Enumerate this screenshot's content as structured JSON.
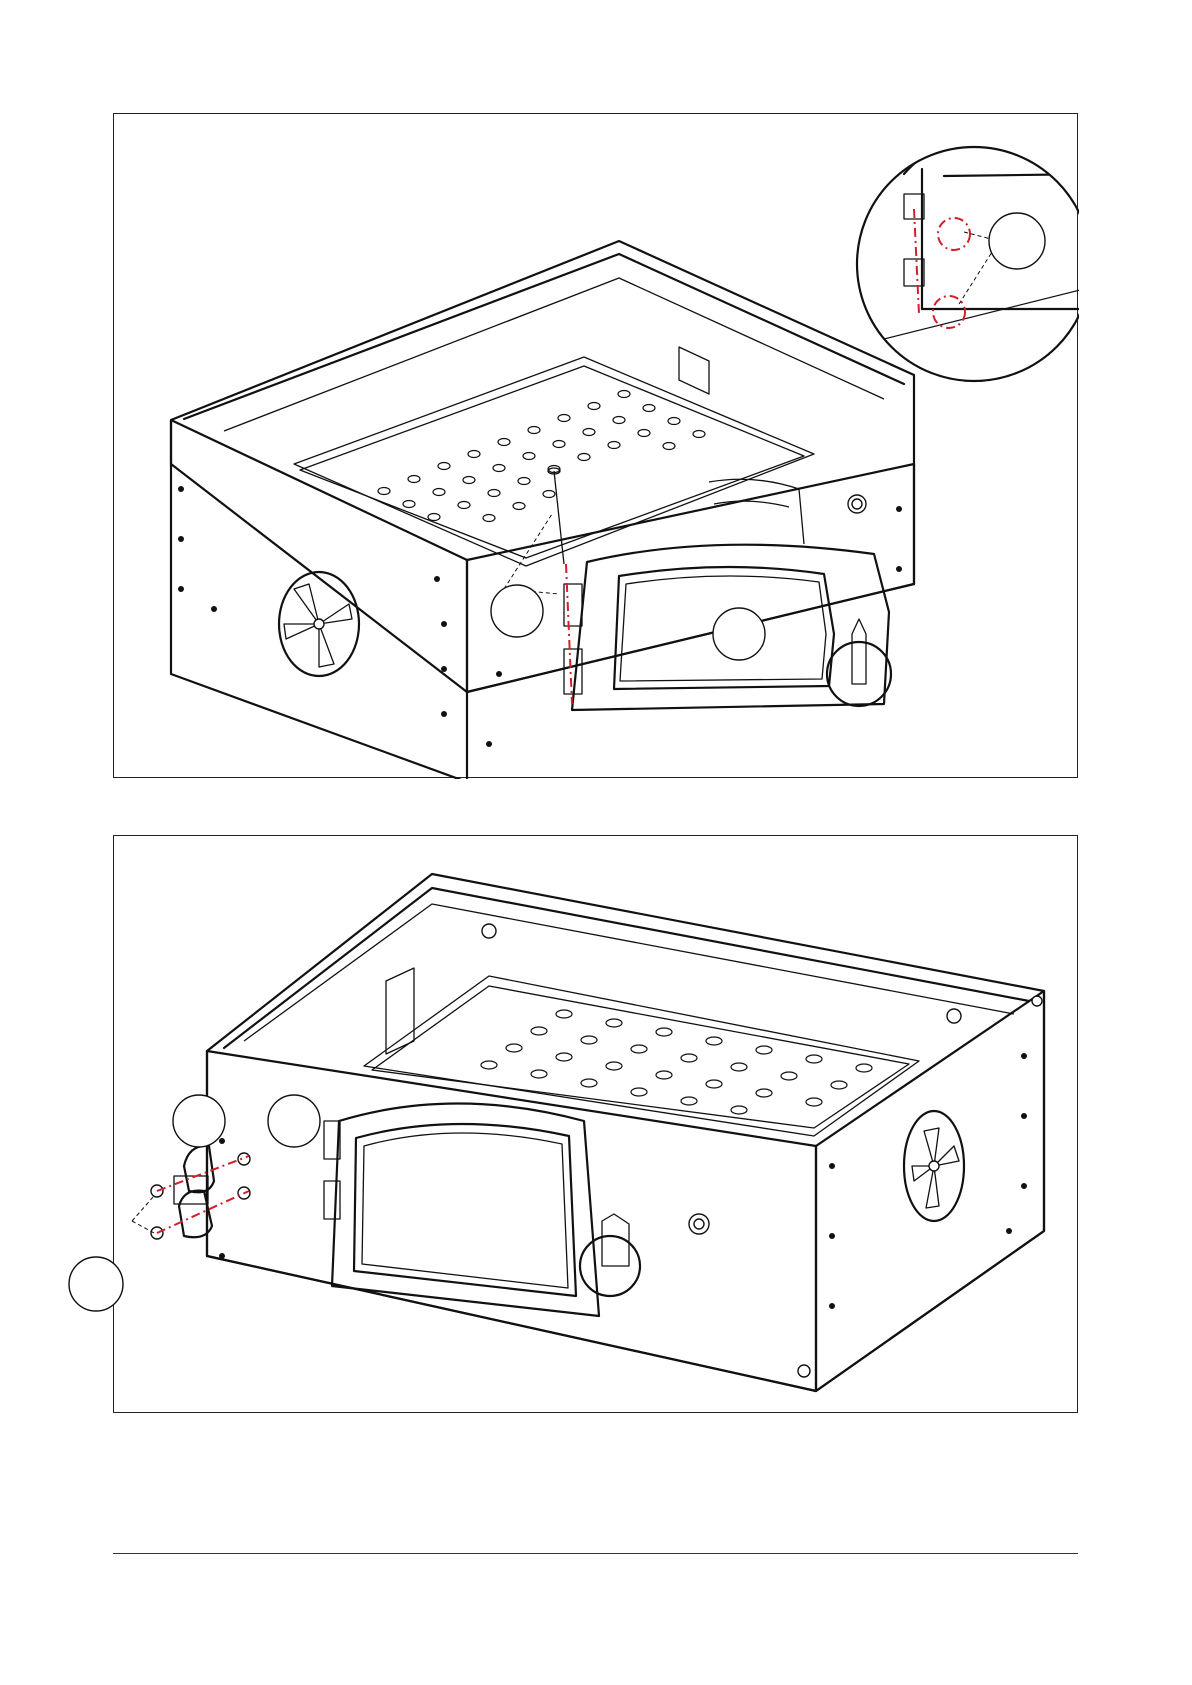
{
  "figures": [
    {
      "id": "figure-1",
      "content": "door-hinge-pin-assembly",
      "callouts": [
        "",
        "",
        ""
      ],
      "accent_color": "#d21f2a"
    },
    {
      "id": "figure-2",
      "content": "door-latch-bracket-assembly",
      "callouts": [
        "",
        "",
        ""
      ],
      "accent_color": "#d21f2a"
    }
  ],
  "footer": {
    "text": ""
  }
}
